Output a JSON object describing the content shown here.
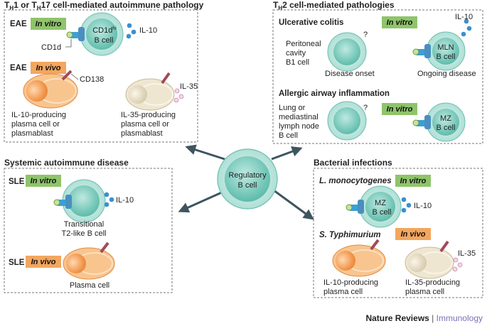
{
  "panels": {
    "th1": {
      "title_prefix": "T",
      "title_sub1": "H",
      "title_mid": "1 or T",
      "title_sub2": "H",
      "title_rest": "17 cell-mediated autoimmune pathology",
      "eae1": {
        "label": "EAE",
        "tag": "In vitro",
        "cell_line1": "CD1d",
        "cell_sup": "hi",
        "cell_line2": "B cell",
        "cytokine": "IL-10",
        "receptor": "CD1d"
      },
      "eae2": {
        "label": "EAE",
        "tag": "In vivo",
        "marker": "CD138",
        "cell1": [
          "IL-10-producing",
          "plasma cell or",
          "plasmablast"
        ],
        "cell2_cytokine": "IL-35",
        "cell2": [
          "IL-35-producing",
          "plasma cell or",
          "plasmablast"
        ]
      }
    },
    "th2": {
      "title_prefix": "T",
      "title_sub": "H",
      "title_rest": "2 cell-mediated pathologies",
      "uc": {
        "label": "Ulcerative colitis",
        "tag": "In vitro",
        "left_desc": [
          "Peritoneal",
          "cavity",
          "B1 cell"
        ],
        "left_q": "?",
        "left_caption": "Disease onset",
        "right_cell": [
          "MLN",
          "B cell"
        ],
        "right_cytokine": "IL-10",
        "right_caption": "Ongoing disease"
      },
      "airway": {
        "label": "Allergic airway inflammation",
        "tag": "In vitro",
        "left_desc": [
          "Lung or",
          "mediastinal",
          "lymph node",
          "B cell"
        ],
        "left_q": "?",
        "right_cell": [
          "MZ",
          "B cell"
        ]
      }
    },
    "sad": {
      "title": "Systemic autoimmune disease",
      "sle1": {
        "label": "SLE",
        "tag": "In vitro",
        "cytokine": "IL-10",
        "caption": [
          "Transitional",
          "T2-like B cell"
        ]
      },
      "sle2": {
        "label": "SLE",
        "tag": "In vivo",
        "caption": "Plasma cell"
      }
    },
    "bact": {
      "title": "Bacterial infections",
      "lm": {
        "label": "L. monocytogenes",
        "tag": "In vitro",
        "cell": [
          "MZ",
          "B cell"
        ],
        "cytokine": "IL-10"
      },
      "st": {
        "label": "S. Typhimurium",
        "tag": "In vivo",
        "cell1": [
          "IL-10-producing",
          "plasma cell"
        ],
        "cell2_cytokine": "IL-35",
        "cell2": [
          "IL-35-producing",
          "plasma cell"
        ]
      }
    }
  },
  "center": {
    "line1": "Regulatory",
    "line2": "B cell"
  },
  "footer": {
    "journal": "Nature Reviews",
    "sep": " | ",
    "section": "Immunology"
  },
  "colors": {
    "teal_cell": "#8fd3c7",
    "teal_dark": "#3aa596",
    "orange_cell": "#f2a65a",
    "beige_cell": "#e6dcc3",
    "invitro_tag": "#8fc46a",
    "invivo_tag": "#f3a65e",
    "cytokine_blue": "#3a8fd0",
    "il35_pink": "#e4a9c7",
    "arrow": "#3e5560",
    "footer_accent": "#7b70b8"
  }
}
